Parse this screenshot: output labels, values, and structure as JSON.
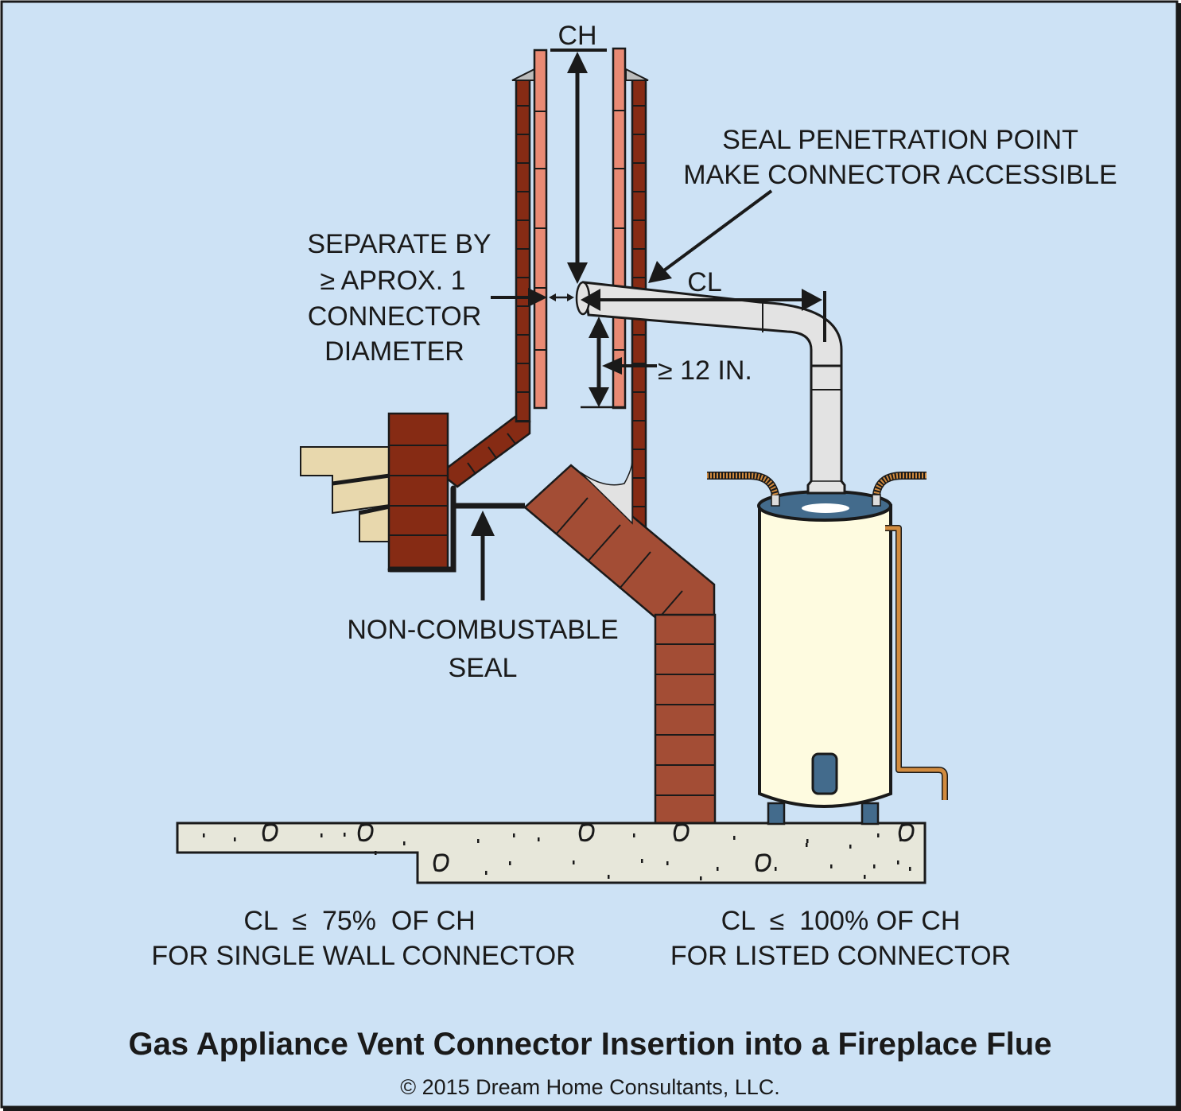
{
  "diagram": {
    "title": "Gas Appliance Vent Connector Insertion into a Fireplace Flue",
    "copyright": "© 2015 Dream Home Consultants, LLC.",
    "colors": {
      "background": "#cde2f5",
      "border": "#1a1a1a",
      "brick_dark": "#862b14",
      "brick_mid": "#a34d35",
      "flue_liner": "#e98a74",
      "connector_pipe": "#e3e3e3",
      "heater_body": "#fefbe0",
      "heater_top": "#436b8c",
      "copper_pipe": "#d18b3f",
      "hearth_stone": "#e8d8ad",
      "concrete": "#e7e7da",
      "seal_fill": "#e2e2e2",
      "chimney_cap": "#bcbcbc"
    },
    "labels": {
      "ch": "CH",
      "cl": "CL",
      "seal_point_line1": "SEAL PENETRATION POINT",
      "seal_point_line2": "MAKE CONNECTOR ACCESSIBLE",
      "separate_line1": "SEPARATE BY",
      "separate_line2": "≥ APROX. 1",
      "separate_line3": "CONNECTOR",
      "separate_line4": "DIAMETER",
      "min_height": "≥ 12 IN.",
      "seal_line1": "NON-COMBUSTABLE",
      "seal_line2": "SEAL",
      "rule_single_line1": "CL  ≤  75%  OF CH",
      "rule_single_line2": "FOR SINGLE WALL CONNECTOR",
      "rule_listed_line1": "CL  ≤  100% OF CH",
      "rule_listed_line2": "FOR LISTED CONNECTOR"
    },
    "rules": [
      {
        "connector_type": "single wall",
        "max_cl_percent_of_ch": 75
      },
      {
        "connector_type": "listed",
        "max_cl_percent_of_ch": 100
      }
    ],
    "min_insertion_in": 12
  }
}
